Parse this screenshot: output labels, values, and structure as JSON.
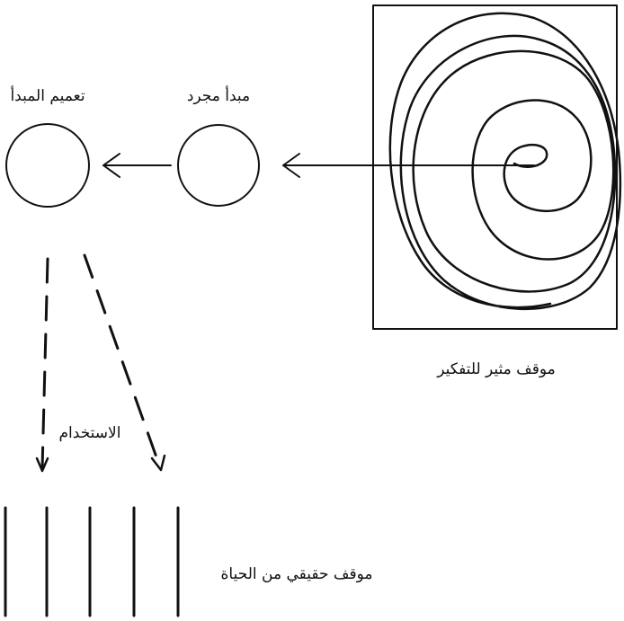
{
  "labels": {
    "generalize_principle": "تعميم المبدأ",
    "abstract_principle": "مبدأ مجرد",
    "thought_provoking_situation": "موقف مثير للتفكير",
    "application": "الاستخدام",
    "real_life_situation": "موقف حقيقي من الحياة"
  },
  "colors": {
    "ink": "#111111",
    "background": "#ffffff"
  }
}
